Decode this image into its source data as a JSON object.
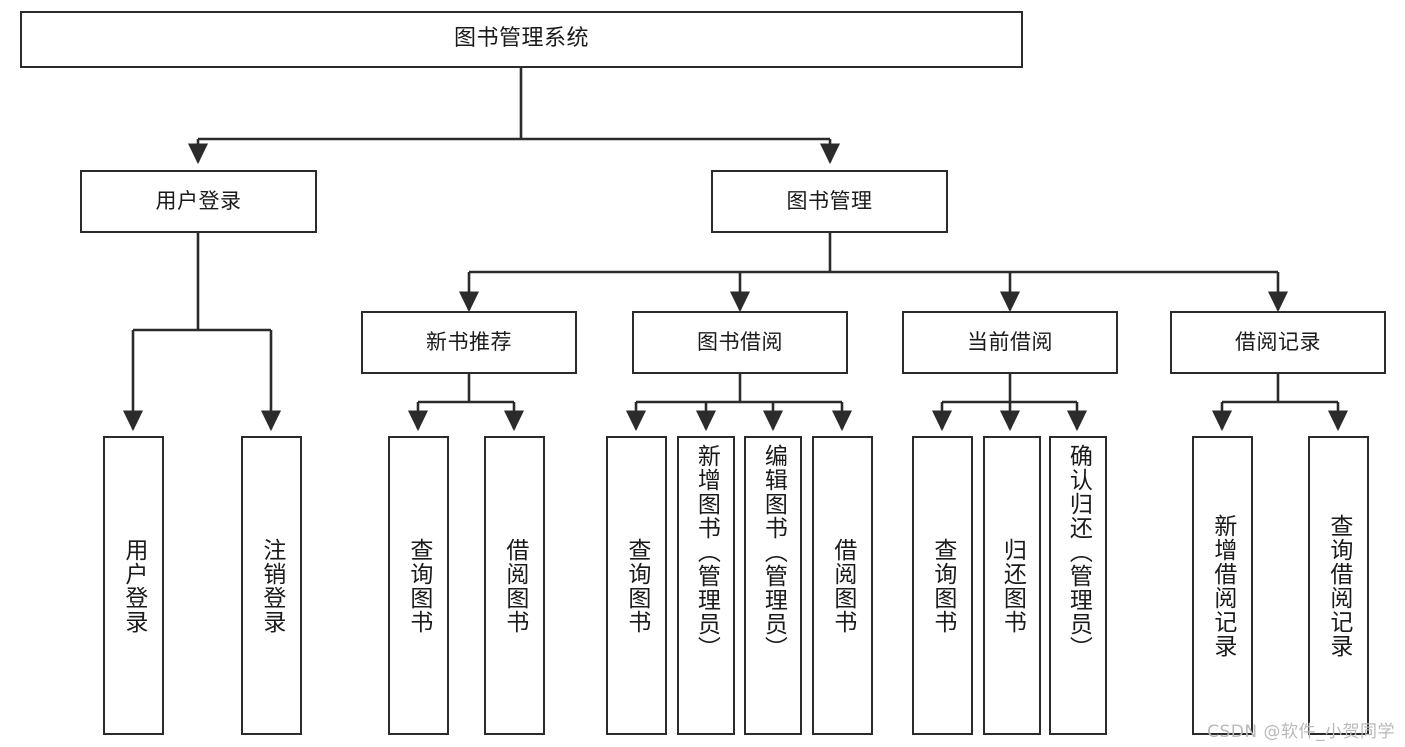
{
  "diagram": {
    "type": "tree",
    "title": "图书管理系统",
    "watermark": "CSDN @软件_小贺同学",
    "colors": {
      "box_border": "#2b2b2b",
      "box_fill": "#ffffff",
      "edge": "#2b2b2b",
      "text": "#1a1a1a",
      "watermark": "#b9b9b9",
      "background": "#ffffff"
    },
    "nodes": {
      "root": {
        "label": "图书管理系统",
        "level": 0
      },
      "l1": [
        {
          "id": "user_login",
          "label": "用户登录"
        },
        {
          "id": "book_mgmt",
          "label": "图书管理"
        }
      ],
      "l2": [
        {
          "id": "new_book_rec",
          "label": "新书推荐",
          "parent": "book_mgmt"
        },
        {
          "id": "book_borrow",
          "label": "图书借阅",
          "parent": "book_mgmt"
        },
        {
          "id": "current_borrow",
          "label": "当前借阅",
          "parent": "book_mgmt"
        },
        {
          "id": "borrow_record",
          "label": "借阅记录",
          "parent": "book_mgmt"
        }
      ],
      "leaves": [
        {
          "id": "leaf_user_login",
          "label": "用户登录",
          "parent": "user_login"
        },
        {
          "id": "leaf_logout",
          "label": "注销登录",
          "parent": "user_login"
        },
        {
          "id": "leaf_query_book_1",
          "label": "查询图书",
          "parent": "new_book_rec"
        },
        {
          "id": "leaf_borrow_book_1",
          "label": "借阅图书",
          "parent": "new_book_rec"
        },
        {
          "id": "leaf_query_book_2",
          "label": "查询图书",
          "parent": "book_borrow"
        },
        {
          "id": "leaf_add_book",
          "label": "新增图书（管理员）",
          "parent": "book_borrow"
        },
        {
          "id": "leaf_edit_book",
          "label": "编辑图书（管理员）",
          "parent": "book_borrow"
        },
        {
          "id": "leaf_borrow_book_2",
          "label": "借阅图书",
          "parent": "book_borrow"
        },
        {
          "id": "leaf_query_book_3",
          "label": "查询图书",
          "parent": "current_borrow"
        },
        {
          "id": "leaf_return_book",
          "label": "归还图书",
          "parent": "current_borrow"
        },
        {
          "id": "leaf_confirm_return",
          "label": "确认归还（管理员）",
          "parent": "current_borrow"
        },
        {
          "id": "leaf_add_record",
          "label": "新增借阅记录",
          "parent": "borrow_record"
        },
        {
          "id": "leaf_query_record",
          "label": "查询借阅记录",
          "parent": "borrow_record"
        }
      ]
    }
  }
}
